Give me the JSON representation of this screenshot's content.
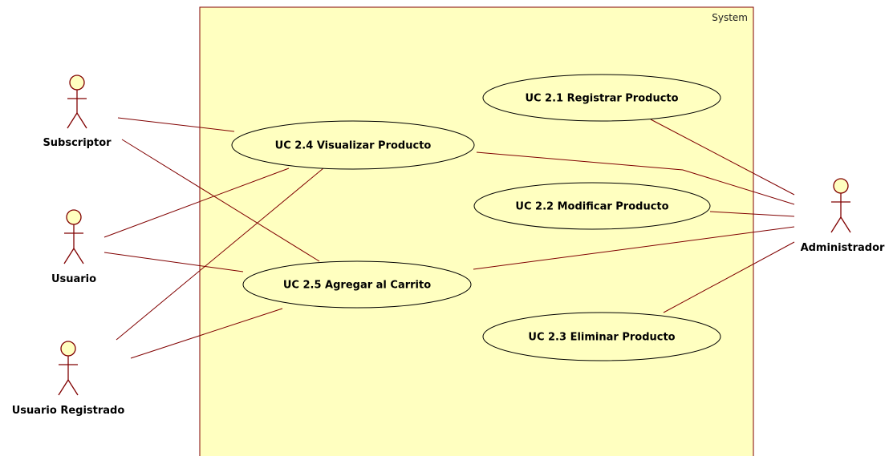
{
  "system": {
    "label": "System",
    "fill": "#FFFFC0",
    "stroke": "#800000"
  },
  "actors": [
    {
      "id": "subscriptor",
      "label": "Subscriptor"
    },
    {
      "id": "usuario",
      "label": "Usuario"
    },
    {
      "id": "usuario_registrado",
      "label": "Usuario Registrado"
    },
    {
      "id": "administrador",
      "label": "Administrador"
    }
  ],
  "use_cases": [
    {
      "id": "uc21",
      "label": "UC 2.1 Registrar Producto"
    },
    {
      "id": "uc22",
      "label": "UC 2.2 Modificar Producto"
    },
    {
      "id": "uc23",
      "label": "UC 2.3 Eliminar Producto"
    },
    {
      "id": "uc24",
      "label": "UC 2.4 Visualizar Producto"
    },
    {
      "id": "uc25",
      "label": "UC 2.5 Agregar al Carrito"
    }
  ],
  "associations": [
    {
      "actor": "subscriptor",
      "use_case": "uc24"
    },
    {
      "actor": "subscriptor",
      "use_case": "uc25"
    },
    {
      "actor": "usuario",
      "use_case": "uc24"
    },
    {
      "actor": "usuario",
      "use_case": "uc25"
    },
    {
      "actor": "usuario_registrado",
      "use_case": "uc24"
    },
    {
      "actor": "usuario_registrado",
      "use_case": "uc25"
    },
    {
      "actor": "administrador",
      "use_case": "uc21"
    },
    {
      "actor": "administrador",
      "use_case": "uc22"
    },
    {
      "actor": "administrador",
      "use_case": "uc23"
    },
    {
      "actor": "administrador",
      "use_case": "uc24"
    },
    {
      "actor": "administrador",
      "use_case": "uc25"
    }
  ],
  "colors": {
    "element_fill": "#FFFFC0",
    "line": "#800000"
  }
}
